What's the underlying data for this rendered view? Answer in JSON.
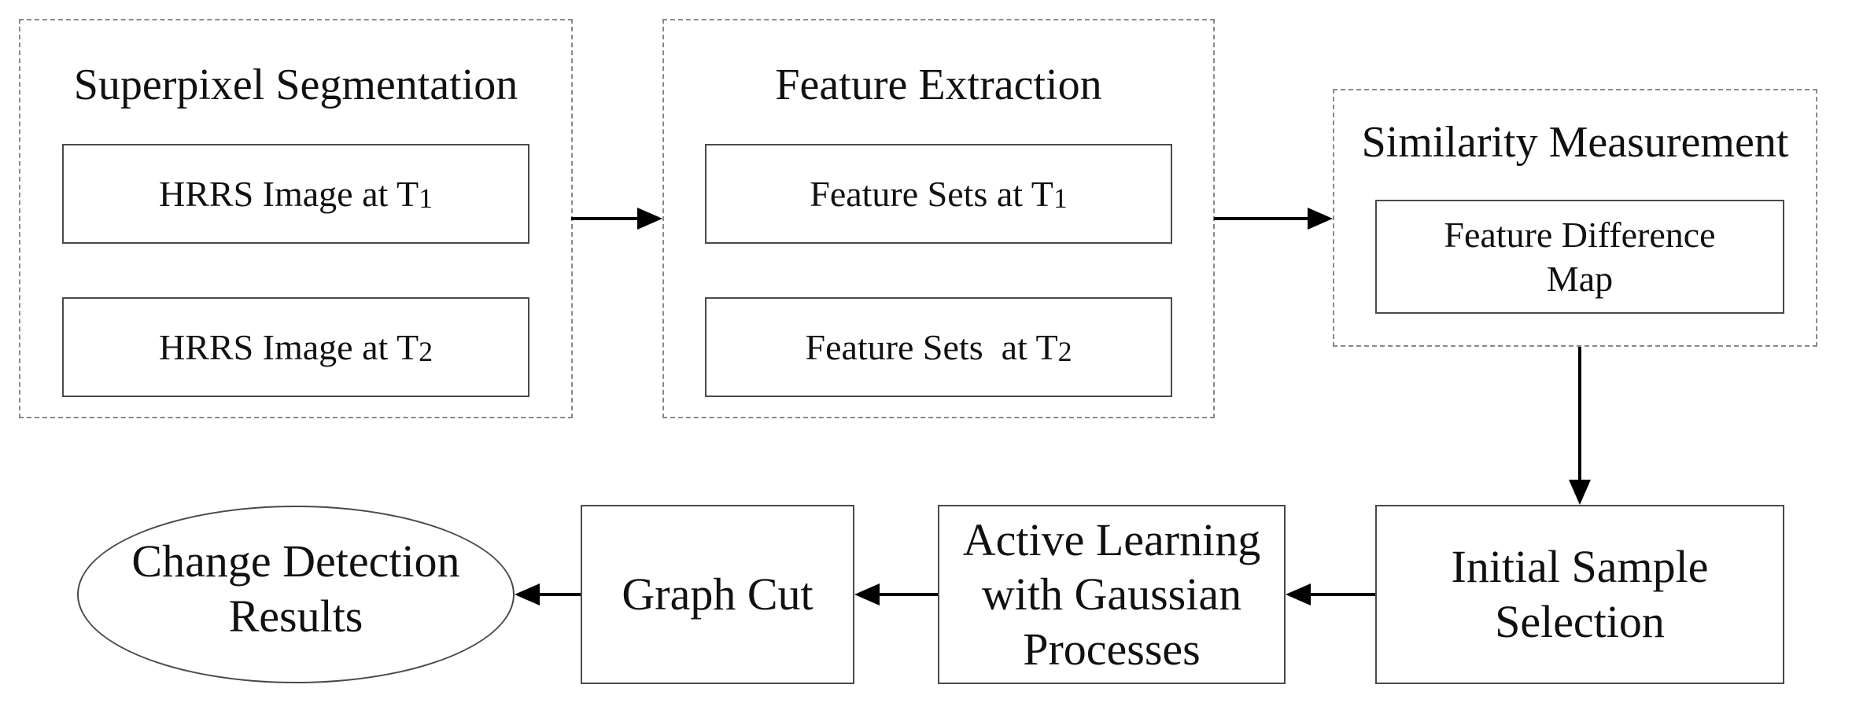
{
  "groups": {
    "superpixel": {
      "title": "Superpixel Segmentation",
      "item1": {
        "text": "HRRS Image at T",
        "sub": "1"
      },
      "item2": {
        "text": "HRRS Image at T",
        "sub": "2"
      }
    },
    "feature": {
      "title": "Feature Extraction",
      "item1": {
        "text": "Feature Sets at T",
        "sub": "1"
      },
      "item2": {
        "text": "Feature Sets  at T",
        "sub": "2"
      }
    },
    "similarity": {
      "title": "Similarity Measurement",
      "item1": "Feature Difference\nMap"
    }
  },
  "steps": {
    "initial_sample": "Initial Sample\nSelection",
    "active_learning": "Active Learning\nwith Gaussian\nProcesses",
    "graph_cut": "Graph Cut",
    "results": "Change Detection\nResults"
  }
}
